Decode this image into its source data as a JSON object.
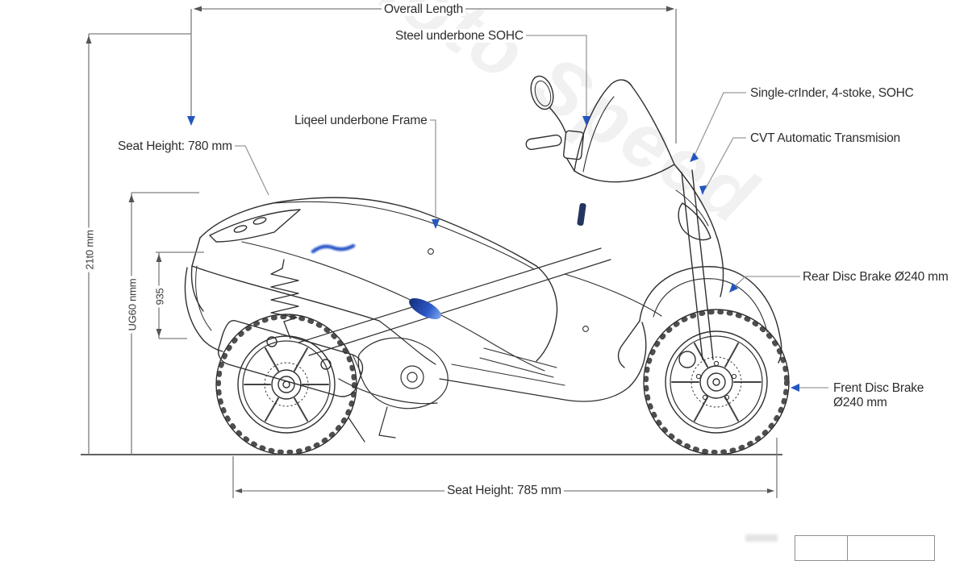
{
  "diagram": {
    "watermark": "Moto Speed",
    "labels": {
      "overall_length": "Overall Length",
      "steel_underbone": "Steel underbone SOHC",
      "frame": "Liqeel underbone Frame",
      "seat_height_left": "Seat Height:  780 mm",
      "engine": "Single-crInder, 4-stoke, SOHC",
      "transmission": "CVT Automatic Transmision",
      "rear_brake": "Rear Disc Brake Ø240 mm",
      "front_brake_line1": "Frent Disc Brake",
      "front_brake_line2": "Ø240 mm",
      "bottom_dimension": "Seat Height: 785 mm",
      "overall_height": "21t0 mm",
      "mid_height": "UG60 nmm",
      "inner_dimension": "935"
    },
    "corner_table": {
      "cell_texts": [
        "",
        ""
      ]
    },
    "colors": {
      "accent_blue": "#2356c0",
      "line_art": "#2f2f2f",
      "dimension_gray": "#7d7d7d",
      "connector_gray": "#9a9a9a",
      "ground": "#4a4a4a",
      "decal_blue_dark": "#14307a",
      "decal_blue_light": "#4a7fe0"
    }
  }
}
